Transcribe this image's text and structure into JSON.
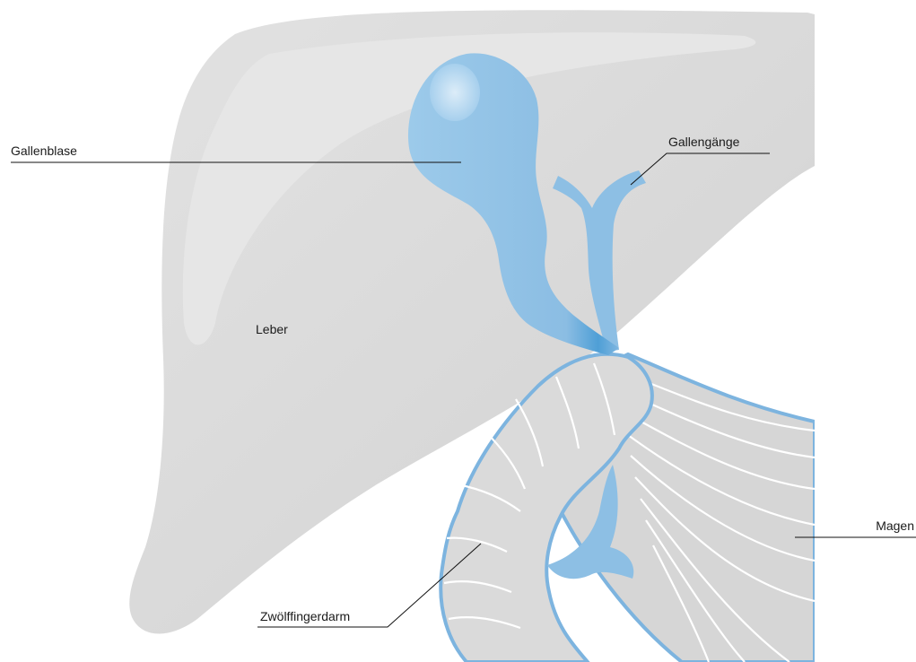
{
  "labels": {
    "gallbladder": "Gallenblase",
    "bile_ducts": "Gallengänge",
    "liver": "Leber",
    "duodenum": "Zwölffingerdarm",
    "stomach": "Magen"
  },
  "colors": {
    "liver": "#dcdcdc",
    "liver_highlight": "#e8e8e8",
    "liver_shadow": "#c9c9c9",
    "bile": "#8dbfe4",
    "bile_dark": "#4f9fd6",
    "bile_highlight": "#c9e2f5",
    "organ_outline": "#7db4df",
    "organ_fill": "#d9d9d9",
    "organ_stripe": "#ffffff",
    "leader_line": "#111111"
  }
}
